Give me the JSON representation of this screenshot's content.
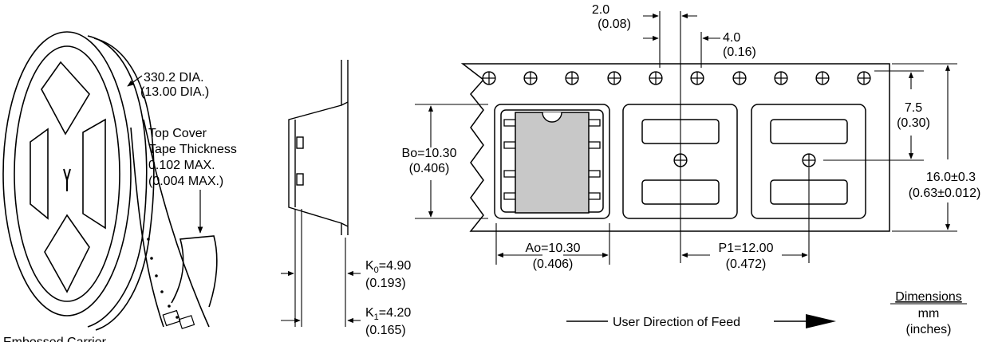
{
  "reel": {
    "diameter_mm": "330.2 DIA.",
    "diameter_in": "(13.00 DIA.)",
    "cover_tape_line1": "Top Cover",
    "cover_tape_line2": "Tape Thickness",
    "cover_tape_line3": "0.102 MAX.",
    "cover_tape_line4": "(0.004 MAX.)",
    "embossed_label": "Embossed Carrier"
  },
  "profile": {
    "k0_prefix": "K",
    "k0_sub": "0",
    "k0_value": "=4.90",
    "k0_in": "(0.193)",
    "k1_prefix": "K",
    "k1_sub": "1",
    "k1_value": "=4.20",
    "k1_in": "(0.165)"
  },
  "tape": {
    "pocket_to_hole_mm": "2.0",
    "pocket_to_hole_in": "(0.08)",
    "hole_pitch_mm": "4.0",
    "hole_pitch_in": "(0.16)",
    "bo_mm": "Bo=10.30",
    "bo_in": "(0.406)",
    "ao_mm": "Ao=10.30",
    "ao_in": "(0.406)",
    "p1_mm": "P1=12.00",
    "p1_in": "(0.472)",
    "f_mm": "7.5",
    "f_in": "(0.30)",
    "width_mm": "16.0±0.3",
    "width_in": "(0.63±0.012)"
  },
  "feed": {
    "label": "User Direction of Feed"
  },
  "units": {
    "title": "Dimensions",
    "mm": "mm",
    "inches": "(inches)"
  }
}
